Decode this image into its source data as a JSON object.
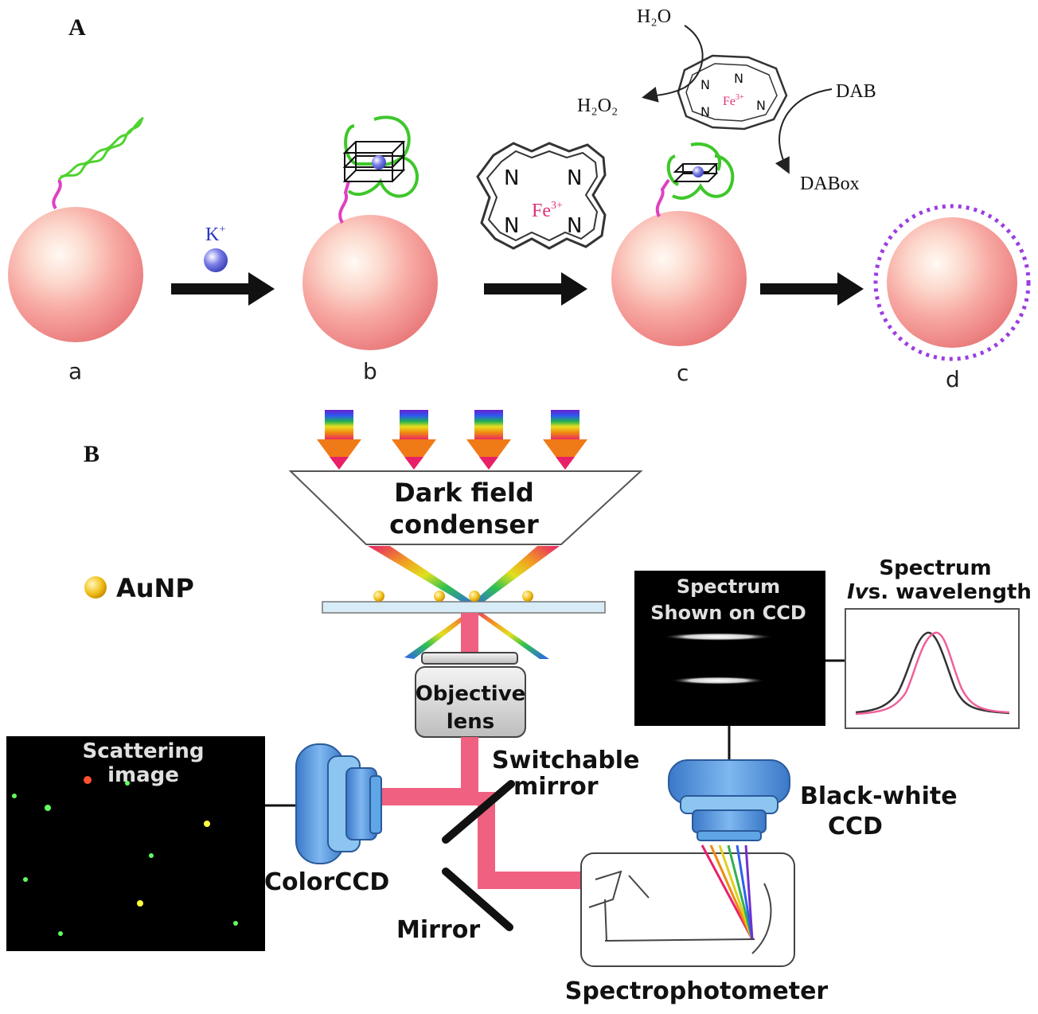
{
  "panel_a": {
    "label": "A",
    "step_labels": [
      "a",
      "b",
      "c",
      "d"
    ],
    "ion_label": "K",
    "ion_charge": "+",
    "porphyrin_n": "N",
    "iron_label": "Fe",
    "iron_charge": "3+",
    "reactant_h2o": "H₂O",
    "product_h2o2": "H₂O₂",
    "substrate": "DAB",
    "product_dabox": "DABox"
  },
  "panel_b": {
    "label": "B",
    "condenser_line1": "Dark field",
    "condenser_line2": "condenser",
    "legend_label": "AuNP",
    "objective_line1": "Objective",
    "objective_line2": "lens",
    "scattering_line1": "Scattering",
    "scattering_line2": "image",
    "switchable_line1": "Switchable",
    "switchable_line2": "mirror",
    "colorccd_label": "ColorCCD",
    "mirror_label": "Mirror",
    "ccd_panel_line1": "Spectrum",
    "ccd_panel_line2": "Shown on CCD",
    "plot_title_line1": "Spectrum",
    "plot_title_italic": "Iv",
    "plot_title_rest": "s. wavelength",
    "bwccd_line1": "Black-white",
    "bwccd_line2": "CCD",
    "spectro_label": "Spectrophotometer"
  },
  "colors": {
    "sphere": "#f08a8a",
    "dna": "#44d02a",
    "linker": "#e040c0",
    "beam": "#f06080",
    "ccd_blue": "#5a9be0",
    "au": "#f0c020"
  }
}
